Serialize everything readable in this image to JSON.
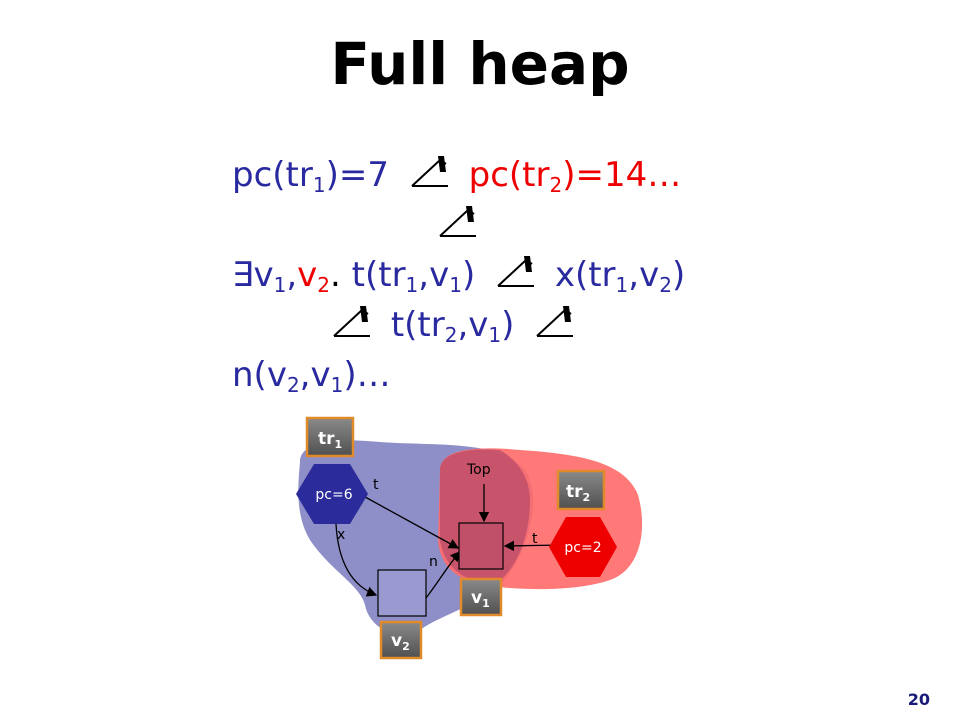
{
  "title": "Full heap",
  "formula": {
    "l1_a": "pc(tr",
    "l1_a_sub": "1",
    "l1_b": ")=7",
    "l1_c": "pc(tr",
    "l1_c_sub": "2",
    "l1_d": ")=14…",
    "l3_exists": "∃",
    "l3_v": "v",
    "l3_v_sub1": "1",
    "l3_comma": ",",
    "l3_v2": "v",
    "l3_v_sub2": "2",
    "l3_dot": ".",
    "l3_t": "t(tr",
    "l3_t_sub1": "1",
    "l3_t_mid": ",v",
    "l3_t_sub2": "1",
    "l3_t_end": ")",
    "l3_x": "x(tr",
    "l3_x_sub1": "1",
    "l3_x_mid": ",v",
    "l3_x_sub2": "2",
    "l3_x_end": ")",
    "l4_t": "t(tr",
    "l4_t_sub1": "2",
    "l4_t_mid": ",v",
    "l4_t_sub2": "1",
    "l4_t_end": ")",
    "l5_n": "n(v",
    "l5_n_sub1": "2",
    "l5_n_mid": ",v",
    "l5_n_sub2": "1",
    "l5_n_end": ")…"
  },
  "diagram": {
    "tr1_label": "tr",
    "tr1_sub": "1",
    "tr2_label": "tr",
    "tr2_sub": "2",
    "v1_label": "v",
    "v1_sub": "1",
    "v2_label": "v",
    "v2_sub": "2",
    "pc1": "pc=6",
    "pc2": "pc=2",
    "top": "Top",
    "edge_t1": "t",
    "edge_x": "x",
    "edge_n": "n",
    "edge_t2": "t"
  },
  "colors": {
    "formula_blue": "#2a2aa0",
    "formula_red": "#ee0000",
    "region_blue": "#8e8ec8",
    "region_red": "#ff6a6a",
    "hex_blue": "#2b2b9b",
    "hex_red": "#ee0000",
    "node_gray": "#6b6b6b",
    "node_border": "#e08a2a"
  },
  "page_number": "20"
}
